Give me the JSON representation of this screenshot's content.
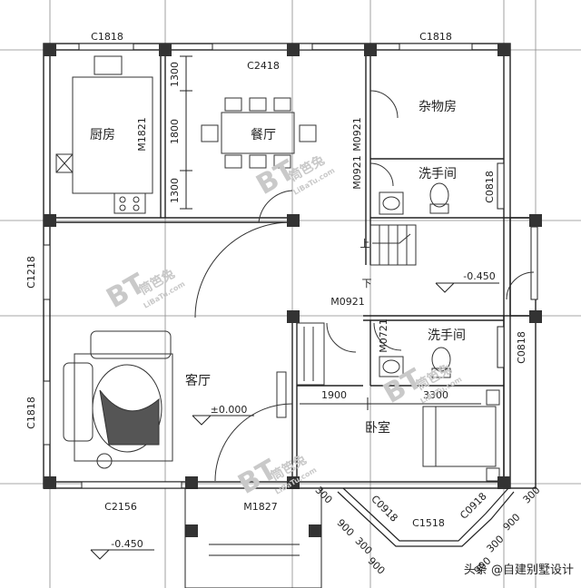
{
  "windows": {
    "c1818_top_left": "C1818",
    "c2418": "C2418",
    "c1818_top_right": "C1818",
    "c1218": "C1218",
    "c1818_left": "C1818",
    "c0818_upper": "C0818",
    "c0818_lower": "C0818",
    "c2156": "C2156",
    "c0918_left": "C0918",
    "c1518": "C1518",
    "c0918_right": "C0918"
  },
  "doors": {
    "m1821": "M1821",
    "m0921_a": "M0921",
    "m0921_b": "M0921",
    "m0921_c": "M0921",
    "m0721": "M0721",
    "m1827": "M1827"
  },
  "rooms": {
    "kitchen": "厨房",
    "dining": "餐厅",
    "storage": "杂物房",
    "washroom_upper": "洗手间",
    "living": "客厅",
    "washroom_lower": "洗手间",
    "bedroom": "卧室"
  },
  "dimensions": {
    "d1300_top": "1300",
    "d1800": "1800",
    "d1300_bottom": "1300",
    "d1900": "1900",
    "d3300": "3300",
    "d300_a": "300",
    "d900_a": "900",
    "d300_b": "300",
    "d900_b": "900",
    "d300_c": "300",
    "d900_c": "900",
    "d300_d": "300",
    "d900_d": "900"
  },
  "elevations": {
    "floor_zero": "±0.000",
    "east": "-0.450",
    "south": "-0.450"
  },
  "stairs": {
    "up": "上",
    "down": "下"
  },
  "watermark": {
    "brand": "BT",
    "name": "筒笆兔",
    "url": "LiBaTu.com"
  },
  "footer_credit": "头条 @自建别墅设计"
}
